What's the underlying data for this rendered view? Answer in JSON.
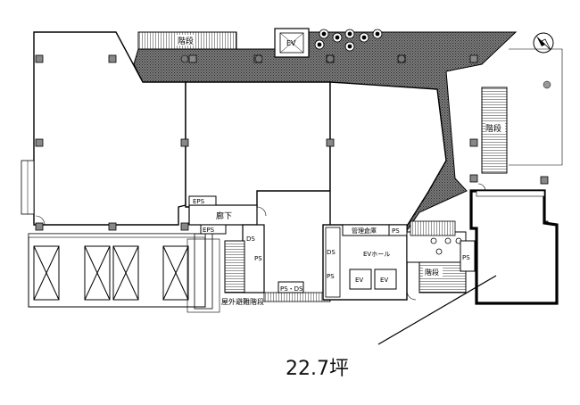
{
  "floor_plan": {
    "labels": {
      "stairs_top": "階段",
      "elevator_top": "EV",
      "stairs_right": "階段",
      "corridor": "廊下",
      "eps_upper": "EPS",
      "eps_lower": "EPS",
      "ds_left": "DS",
      "ps_left": "PS",
      "ds_core": "DS",
      "ps_core": "PS",
      "storage": "管理倉庫",
      "ps_storage": "PS",
      "ev_hall": "EVホール",
      "ev_1": "EV",
      "ev_2": "EV",
      "stairs_core": "階段",
      "ps_right": "PS",
      "ps_ds_bottom": "PS・DS",
      "outdoor_stairs": "屋外避難階段"
    },
    "highlighted_unit": {
      "area": "22.7坪"
    },
    "icons": [
      "compass-icon",
      "tree-icon",
      "elevator-icon"
    ]
  }
}
